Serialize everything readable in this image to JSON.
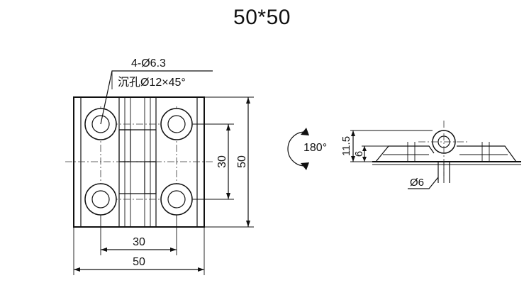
{
  "title": "50*50",
  "front_view": {
    "hole_label": "4-Ø6.3",
    "countersink_label": "沉孔Ø12×45°",
    "dim_vertical_inner": "30",
    "dim_vertical_outer": "50",
    "dim_horizontal_inner": "30",
    "dim_horizontal_outer": "50"
  },
  "side_view": {
    "rotation_label": "180°",
    "dim_height": "11.5",
    "dim_thickness": "6",
    "pin_label": "Ø6"
  }
}
